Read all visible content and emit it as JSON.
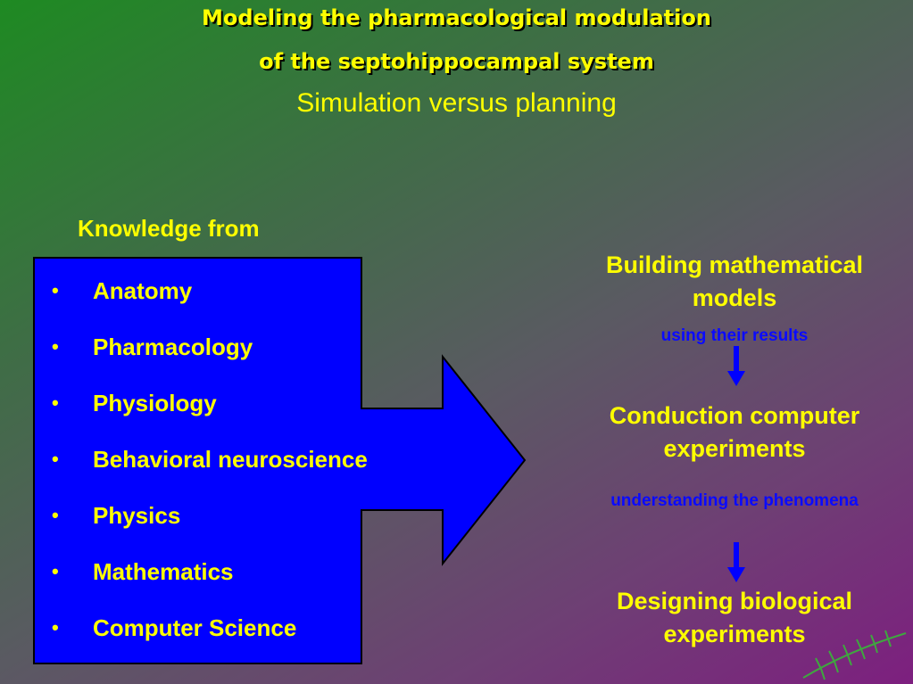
{
  "title": {
    "line1": "Modeling the pharmacological modulation",
    "line2": "of the septohippocampal system",
    "subtitle": "Simulation versus planning"
  },
  "knowledge": {
    "label": "Knowledge from",
    "items": [
      "Anatomy",
      "Pharmacology",
      "Physiology",
      "Behavioral neuroscience",
      "Physics",
      "Mathematics",
      "Computer Science"
    ],
    "bullet": "•"
  },
  "flow": {
    "step1": "Building mathematical models",
    "link1": "using their results",
    "step2": "Conduction computer experiments",
    "link2": "understanding the phenomena",
    "step3": "Designing biological experiments"
  },
  "colors": {
    "accent_text": "#ffff00",
    "arrow_fill": "#0000ff",
    "link_text": "#0a0aff"
  },
  "icons": {
    "down_arrow": "down-arrow-icon",
    "fern": "fern-leaf-icon"
  }
}
